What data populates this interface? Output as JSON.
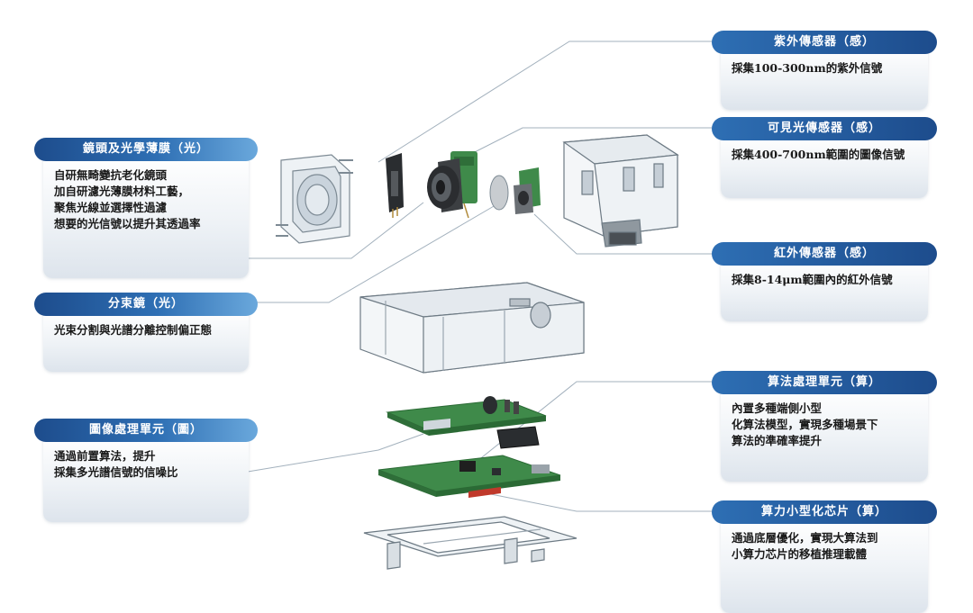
{
  "callouts": {
    "lens": {
      "title": "鏡頭及光學薄膜（光）",
      "lines": [
        "自研無畸變抗老化鏡頭",
        "加自研濾光薄膜材料工藝，",
        "聚焦光線並選擇性過濾",
        "想要的光信號以提升其透過率"
      ]
    },
    "splitter": {
      "title": "分束鏡（光）",
      "lines": [
        "光束分割與光譜分離控制偏正態"
      ]
    },
    "image_unit": {
      "title": "圖像處理單元（圖）",
      "lines": [
        "通過前置算法，提升",
        "採集多光譜信號的信噪比"
      ]
    },
    "uv": {
      "title": "紫外傳感器（感）",
      "lines": [
        "採集100-300nm的紫外信號"
      ]
    },
    "visible": {
      "title": "可見光傳感器（感）",
      "lines": [
        "採集400-700nm範圍的圖像信號"
      ]
    },
    "infrared": {
      "title": "紅外傳感器（感）",
      "lines": [
        "採集8-14μm範圍內的紅外信號"
      ]
    },
    "algorithm": {
      "title": "算法處理單元（算）",
      "lines": [
        "內置多種端側小型",
        "化算法模型，實現多種場景下",
        "算法的準確率提升"
      ]
    },
    "chip": {
      "title": "算力小型化芯片（算）",
      "lines": [
        "通過底層優化，實現大算法到",
        "小算力芯片的移植推理載體"
      ]
    }
  },
  "colors": {
    "header_dark": "#1d4c8c",
    "header_light": "#6aa8dc",
    "leader_line": "#9aaab8",
    "pcb_green": "#3f8a4a"
  }
}
